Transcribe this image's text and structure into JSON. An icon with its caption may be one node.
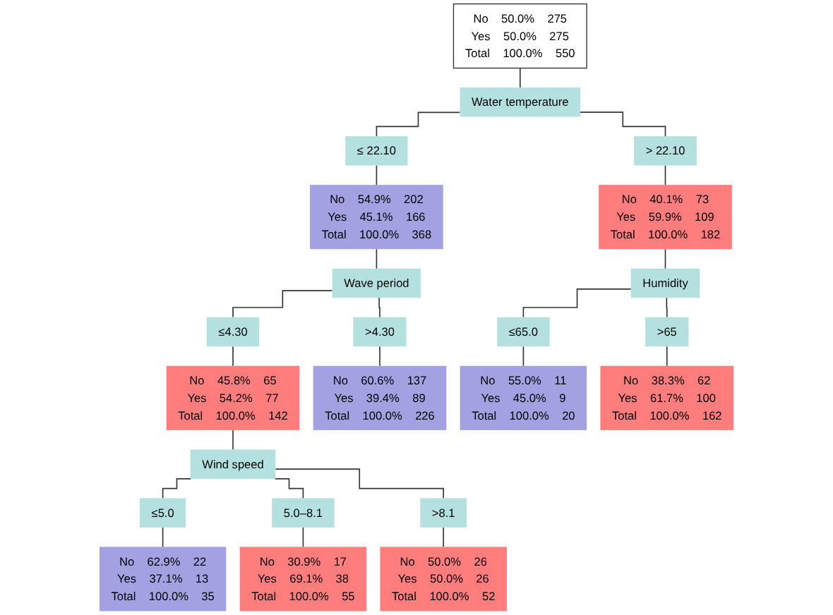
{
  "diagram": {
    "nodes": [
      {
        "text": [
          "No",
          "50.0%",
          "275",
          "Yes",
          "50.0%",
          "275",
          "Total",
          "100.0%",
          "550"
        ]
      },
      {
        "text": [
          "Water temperature"
        ]
      },
      {
        "text": [
          "≤ 22.10"
        ]
      },
      {
        "text": [
          "> 22.10"
        ]
      },
      {
        "text": [
          "No",
          "54.9%",
          "202",
          "Yes",
          "45.1%",
          "166",
          "Total",
          "100.0%",
          "368"
        ]
      },
      {
        "text": [
          "No",
          "40.1%",
          "73",
          "Yes",
          "59.9%",
          "109",
          "Total",
          "100.0%",
          "182"
        ]
      },
      {
        "text": [
          "Wave period"
        ]
      },
      {
        "text": [
          "Humidity"
        ]
      },
      {
        "text": [
          "≤4.30"
        ]
      },
      {
        "text": [
          ">4.30"
        ]
      },
      {
        "text": [
          "≤65.0"
        ]
      },
      {
        "text": [
          ">65"
        ]
      },
      {
        "text": [
          "No",
          "45.8%",
          "65",
          "Yes",
          "54.2%",
          "77",
          "Total",
          "100.0%",
          "142"
        ]
      },
      {
        "text": [
          "No",
          "60.6%",
          "137",
          "Yes",
          "39.4%",
          "89",
          "Total",
          "100.0%",
          "226"
        ]
      },
      {
        "text": [
          "No",
          "55.0%",
          "11",
          "Yes",
          "45.0%",
          "9",
          "Total",
          "100.0%",
          "20"
        ]
      },
      {
        "text": [
          "No",
          "38.3%",
          "62",
          "Yes",
          "61.7%",
          "100",
          "Total",
          "100.0%",
          "162"
        ]
      },
      {
        "text": [
          "Wind speed"
        ]
      },
      {
        "text": [
          "≤5.0"
        ]
      },
      {
        "text": [
          "5.0–8.1"
        ]
      },
      {
        "text": [
          ">8.1"
        ]
      },
      {
        "text": [
          "No",
          "62.9%",
          "22",
          "Yes",
          "37.1%",
          "13",
          "Total",
          "100.0%",
          "35"
        ]
      },
      {
        "text": [
          "No",
          "30.9%",
          "17",
          "Yes",
          "69.1%",
          "38",
          "Total",
          "100.0%",
          "55"
        ]
      },
      {
        "text": [
          "No",
          "50.0%",
          "26",
          "Yes",
          "50.0%",
          "26",
          "Total",
          "100.0%",
          "52"
        ]
      }
    ],
    "edges": [
      {
        "from": 0,
        "to": 1,
        "arrow": "none"
      },
      {
        "from": 1,
        "to": 2,
        "arrow": "none"
      },
      {
        "from": 1,
        "to": 3,
        "arrow": "none"
      },
      {
        "from": 2,
        "to": 4,
        "arrow": "none"
      },
      {
        "from": 3,
        "to": 5,
        "arrow": "none"
      },
      {
        "from": 4,
        "to": 6,
        "arrow": "none"
      },
      {
        "from": 5,
        "to": 7,
        "arrow": "none"
      },
      {
        "from": 6,
        "to": 8,
        "arrow": "none"
      },
      {
        "from": 6,
        "to": 9,
        "arrow": "none"
      },
      {
        "from": 8,
        "to": 12,
        "arrow": "none"
      },
      {
        "from": 9,
        "to": 13,
        "arrow": "none"
      },
      {
        "from": 7,
        "to": 10,
        "arrow": "none"
      },
      {
        "from": 7,
        "to": 11,
        "arrow": "none"
      },
      {
        "from": 10,
        "to": 14,
        "arrow": "none"
      },
      {
        "from": 11,
        "to": 15,
        "arrow": "none"
      },
      {
        "from": 12,
        "to": 16,
        "arrow": "none"
      },
      {
        "from": 16,
        "to": 17,
        "arrow": "none"
      },
      {
        "from": 16,
        "to": 18,
        "arrow": "none"
      },
      {
        "from": 16,
        "to": 19,
        "arrow": "none"
      },
      {
        "from": 17,
        "to": 20,
        "arrow": "none"
      },
      {
        "from": 18,
        "to": 21,
        "arrow": "none"
      },
      {
        "from": 19,
        "to": 22,
        "arrow": "none"
      }
    ]
  }
}
